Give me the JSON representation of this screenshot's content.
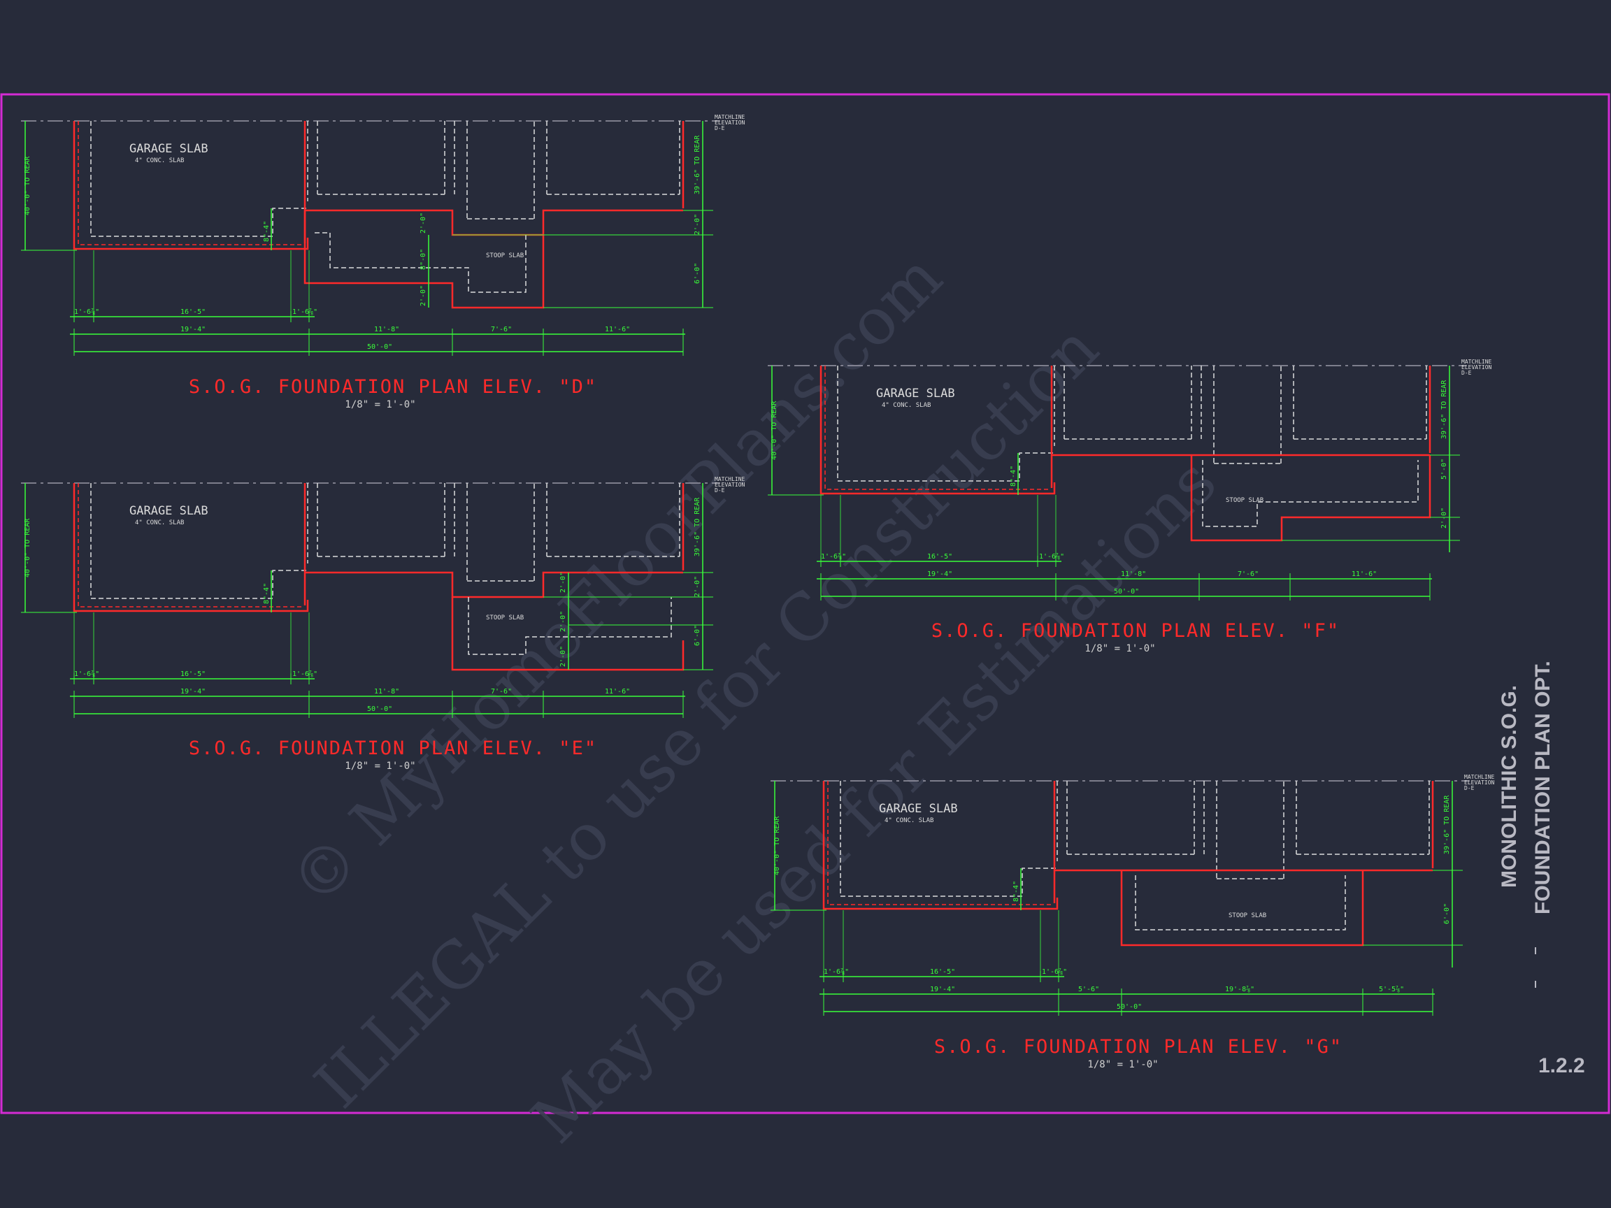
{
  "sheet": {
    "title_line1": "MONOLITHIC S.O.G.",
    "title_line2": "FOUNDATION PLAN OPT.",
    "number": "1.2.2",
    "colors": {
      "background": "#272b3a",
      "border": "#d42bd4",
      "slab": "#ff2a2a",
      "dimension": "#39ff39",
      "hidden": "#dcdcdc"
    }
  },
  "watermark": {
    "line1": "© MyHomeFloorPlans.com",
    "line2": "ILLEGAL to use for Construction",
    "line3": "May be used for Estimations"
  },
  "plans": [
    {
      "id": "D",
      "title": "S.O.G. FOUNDATION PLAN ELEV. \"D\"",
      "scale": "1/8\" = 1'-0\"",
      "garage_label": "GARAGE SLAB",
      "garage_sub": "4\" CONC. SLAB",
      "stoop_label": "STOOP SLAB",
      "matchline": [
        "MATCHLINE",
        "ELEVATION",
        "D-E"
      ],
      "left_dim": "40'-0\" TO REAR",
      "right_dims": [
        "39'-6\" TO REAR",
        "2'-0\"",
        "6'-0\""
      ],
      "step_dim": "8\"-4\"",
      "stoop_dims": [
        "2'-0\"",
        "8\"-0\"",
        "2'-0\""
      ],
      "bottom_row1": [
        "1'-6⅞\"",
        "16'-5\"",
        "1'-6⅞\""
      ],
      "bottom_row2": [
        "19'-4\"",
        "11'-8\"",
        "7'-6\"",
        "11'-6\""
      ],
      "overall": "50'-0\""
    },
    {
      "id": "E",
      "title": "S.O.G. FOUNDATION PLAN ELEV. \"E\"",
      "scale": "1/8\" = 1'-0\"",
      "garage_label": "GARAGE SLAB",
      "garage_sub": "4\" CONC. SLAB",
      "stoop_label": "STOOP SLAB",
      "matchline": [
        "MATCHLINE",
        "ELEVATION",
        "D-E"
      ],
      "left_dim": "40'-0\" TO REAR",
      "right_dims": [
        "39'-6\" TO REAR",
        "2'-0\"",
        "6'-0\""
      ],
      "step_dim": "8\"-4\"",
      "stoop_dims": [
        "2'-0\"",
        "2'-0\"",
        "2'-0\""
      ],
      "bottom_row1": [
        "1'-6⅞\"",
        "16'-5\"",
        "1'-6⅞\""
      ],
      "bottom_row2": [
        "19'-4\"",
        "11'-8\"",
        "7'-6\"",
        "11'-6\""
      ],
      "overall": "50'-0\""
    },
    {
      "id": "F",
      "title": "S.O.G. FOUNDATION PLAN ELEV. \"F\"",
      "scale": "1/8\" = 1'-0\"",
      "garage_label": "GARAGE SLAB",
      "garage_sub": "4\" CONC. SLAB",
      "stoop_label": "STOOP SLAB",
      "matchline": [
        "MATCHLINE",
        "ELEVATION",
        "D-E"
      ],
      "left_dim": "40'-0\" TO REAR",
      "right_dims": [
        "39'-6\" TO REAR",
        "5'-0\"",
        "2'-0\""
      ],
      "step_dim": "8\"-4\"",
      "bottom_row1": [
        "1'-6⅞\"",
        "16'-5\"",
        "1'-6⅞\""
      ],
      "bottom_row2": [
        "19'-4\"",
        "11'-8\"",
        "7'-6\"",
        "11'-6\""
      ],
      "overall": "50'-0\""
    },
    {
      "id": "G",
      "title": "S.O.G. FOUNDATION PLAN ELEV. \"G\"",
      "scale": "1/8\" = 1'-0\"",
      "garage_label": "GARAGE SLAB",
      "garage_sub": "4\" CONC. SLAB",
      "stoop_label": "STOOP SLAB",
      "matchline": [
        "MATCHLINE",
        "ELEVATION",
        "D-E"
      ],
      "left_dim": "40'-0\" TO REAR",
      "right_dims": [
        "39'-6\" TO REAR",
        "6'-0\""
      ],
      "step_dim": "8\"-4\"",
      "bottom_row1": [
        "1'-6⅞\"",
        "16'-5\"",
        "1'-6⅞\""
      ],
      "bottom_row2": [
        "19'-4\"",
        "5'-6\"",
        "19'-8⅞\"",
        "5'-5⅞\""
      ],
      "overall": "50'-0\""
    }
  ]
}
